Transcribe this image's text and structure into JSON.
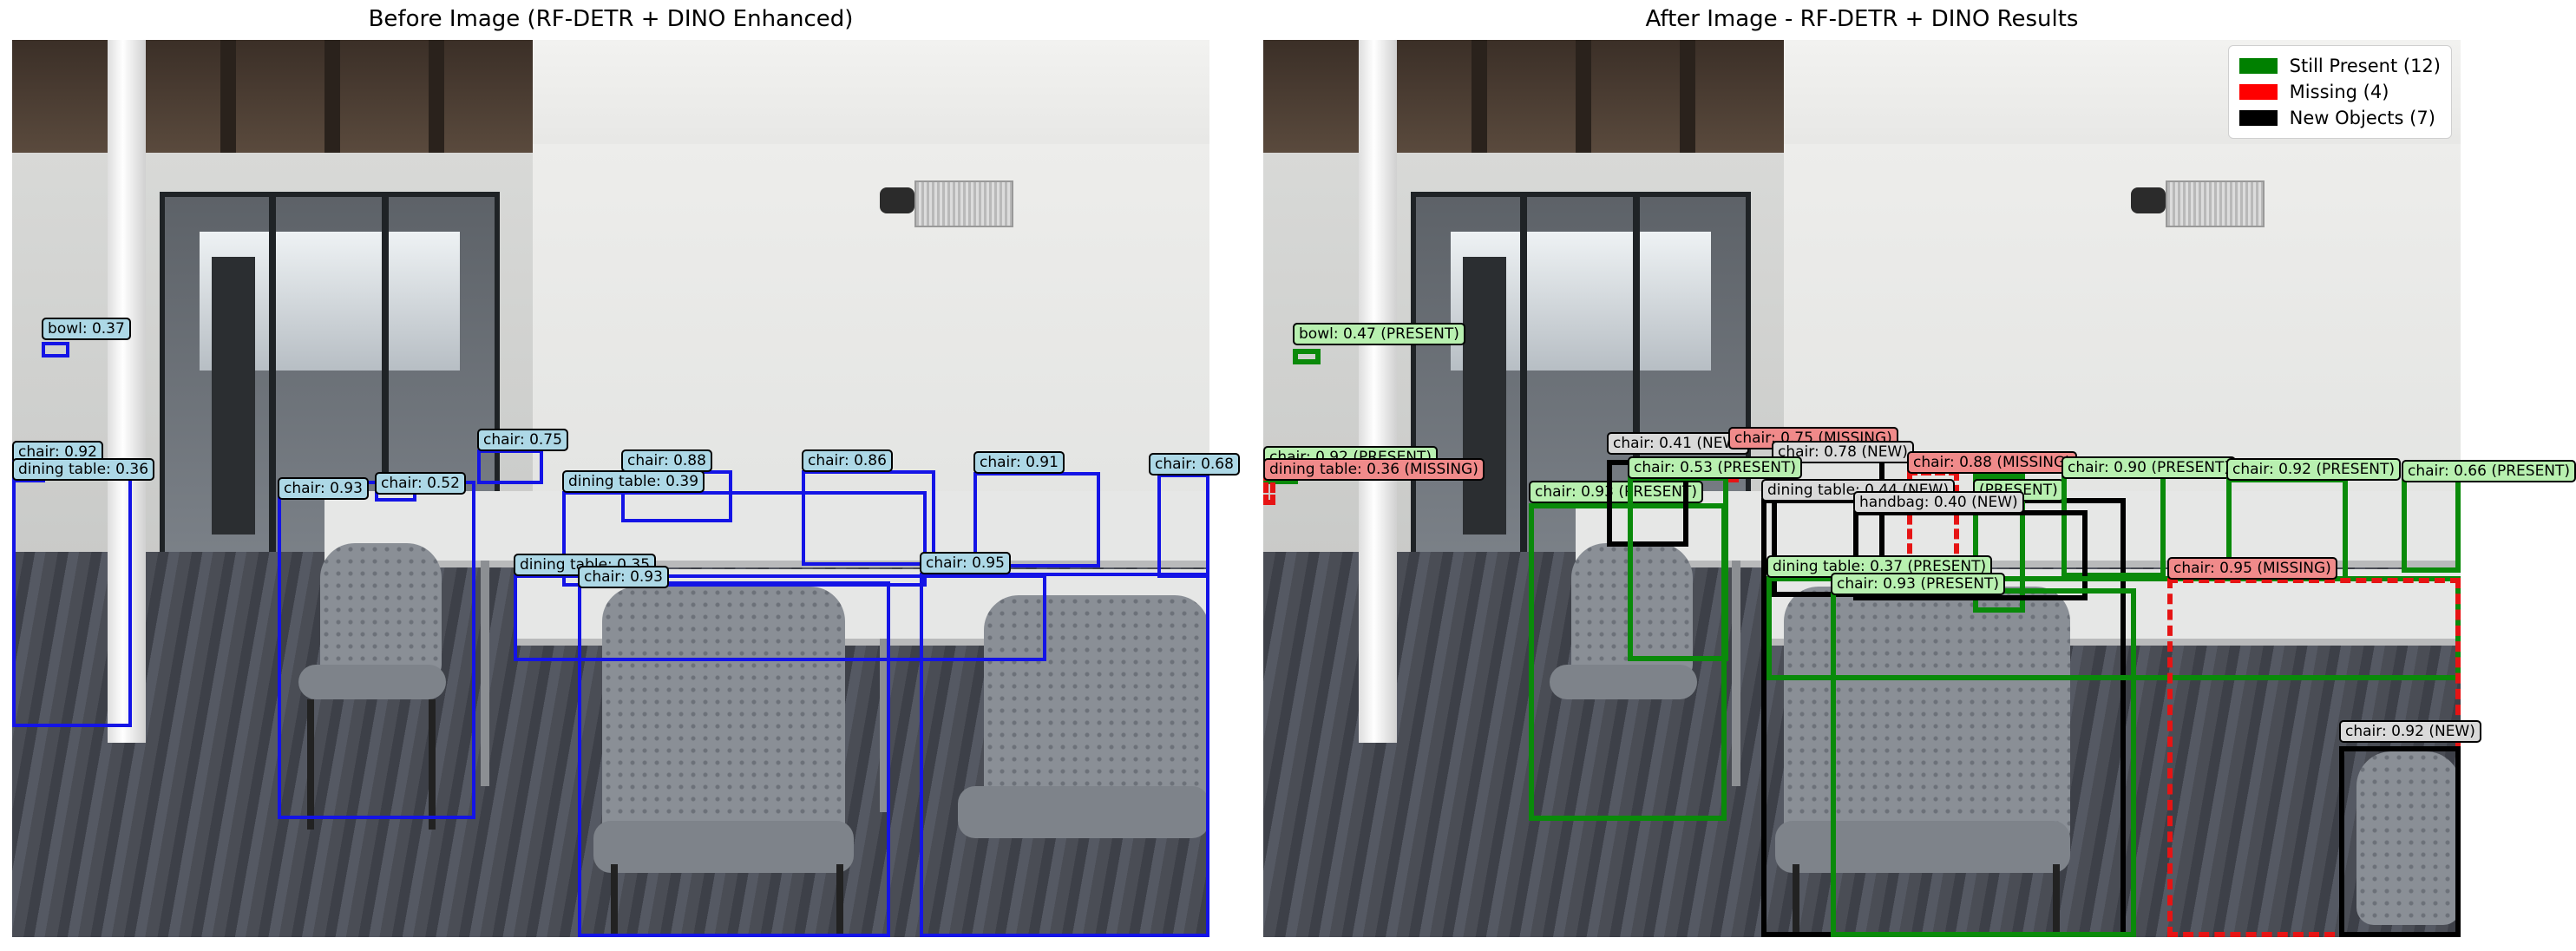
{
  "left_panel": {
    "title": "Before Image (RF-DETR + DINO Enhanced)",
    "detections": [
      {
        "label": "bowl: 0.37"
      },
      {
        "label": "chair: 0.92"
      },
      {
        "label": "dining table: 0.36"
      },
      {
        "label": "chair: 0.93"
      },
      {
        "label": "chair: 0.52"
      },
      {
        "label": "chair: 0.75"
      },
      {
        "label": "chair: 0.88"
      },
      {
        "label": "dining table: 0.39"
      },
      {
        "label": "chair: 0.86"
      },
      {
        "label": "chair: 0.91"
      },
      {
        "label": "chair: 0.68"
      },
      {
        "label": "dining table: 0.35"
      },
      {
        "label": "chair: 0.93"
      },
      {
        "label": "chair: 0.95"
      }
    ]
  },
  "right_panel": {
    "title": "After Image - RF-DETR + DINO Results",
    "detections": [
      {
        "label": "bowl: 0.47 (PRESENT)",
        "status": "present"
      },
      {
        "label": "chair: 0.92 (PRESENT)",
        "status": "present"
      },
      {
        "label": "dining table: 0.36 (MISSING)",
        "status": "missing"
      },
      {
        "label": "chair: 0.93 (PRESENT)",
        "status": "present"
      },
      {
        "label": "chair: 0.41 (NEW)",
        "status": "new"
      },
      {
        "label": "chair: 0.75 (MISSING)",
        "status": "missing"
      },
      {
        "label": "chair: 0.78 (NEW)",
        "status": "new"
      },
      {
        "label": "chair: 0.53 (PRESENT)",
        "status": "present"
      },
      {
        "label": "chair: 0.88 (MISSING)",
        "status": "missing"
      },
      {
        "label": "dining table: 0.44 (NEW)",
        "status": "new"
      },
      {
        "label": "(PRESENT)",
        "status": "present"
      },
      {
        "label": "chair: 0.90 (PRESENT)",
        "status": "present"
      },
      {
        "label": "chair: 0.92 (PRESENT)",
        "status": "present"
      },
      {
        "label": "chair: 0.66 (PRESENT)",
        "status": "present"
      },
      {
        "label": "handbag: 0.40 (NEW)",
        "status": "new"
      },
      {
        "label": "dining table: 0.37 (PRESENT)",
        "status": "present"
      },
      {
        "label": "chair: 0.93 (PRESENT)",
        "status": "present"
      },
      {
        "label": "chair: 0.95 (MISSING)",
        "status": "missing"
      },
      {
        "label": "chair: 0.92 (NEW)",
        "status": "new"
      }
    ],
    "legend": {
      "items": [
        {
          "label": "Still Present (12)",
          "color": "#008000"
        },
        {
          "label": "Missing (4)",
          "color": "#ff0000"
        },
        {
          "label": "New Objects (7)",
          "color": "#000000"
        }
      ]
    }
  }
}
